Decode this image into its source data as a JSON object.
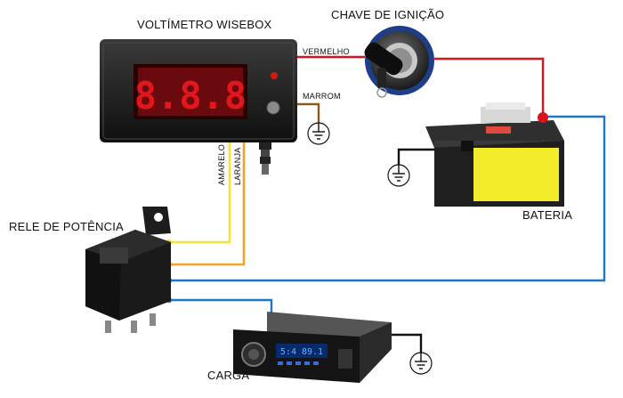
{
  "labels": {
    "voltmeter": "VOLTÍMETRO WISEBOX",
    "ignition": "CHAVE DE IGNIÇÃO",
    "wire_red": "VERMELHO",
    "wire_brown": "MARROM",
    "wire_yellow": "AMARELO",
    "wire_orange": "LARANJA",
    "relay": "RELE DE POTÊNCIA",
    "battery": "BATERIA",
    "load": "CARGA"
  },
  "display_digits": "8.8.8",
  "radio_display": "5:4 89.1",
  "colors": {
    "red_wire": "#d9141c",
    "brown_wire": "#8b5a1e",
    "yellow_wire": "#f4e33a",
    "orange_wire": "#f0a62b",
    "blue_wire": "#1f77c8",
    "black_wire": "#111111",
    "display_red": "#e2161c",
    "battery_yellow": "#f2ec2a"
  },
  "icons": [
    "ground-icon",
    "key-icon",
    "voltmeter-device",
    "relay-device",
    "battery-device",
    "car-radio-device"
  ]
}
